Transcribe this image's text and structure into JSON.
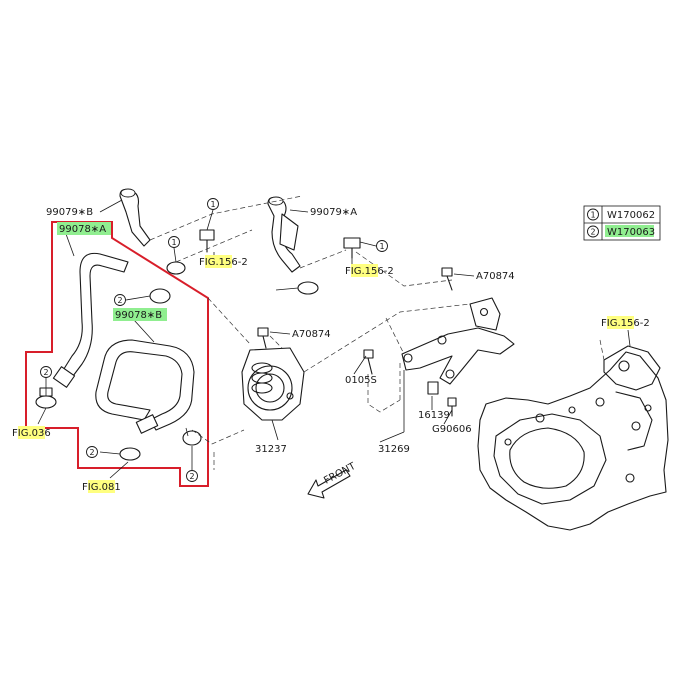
{
  "legend": {
    "rows": [
      {
        "key": "1",
        "code": "W170062",
        "highlight": ""
      },
      {
        "key": "2",
        "code": "W170063",
        "highlight": "#90EE90"
      }
    ]
  },
  "colors": {
    "highlight_green": "#90EE90",
    "highlight_yellow": "#FFFF80",
    "outline_red": "#D81E2A",
    "line": "#1A1A1A"
  },
  "labels": {
    "p99079b": "99079∗B",
    "p99078a": "99078∗A",
    "p99078b": "99078∗B",
    "p99079a": "99079∗A",
    "a70874_top": "A70874",
    "a70874_mid": "A70874",
    "p31237": "31237",
    "p31269": "31269",
    "p0105s": "0105S",
    "p16139": "16139",
    "g90606": "G90606",
    "front": "FRONT"
  },
  "fig_refs": {
    "fig156_a": {
      "pre": "F",
      "hl": "IG.15",
      "post": "6-2"
    },
    "fig156_b": {
      "pre": "F",
      "hl": "IG.15",
      "post": "6-2"
    },
    "fig156_c": {
      "pre": "F",
      "hl": "IG.15",
      "post": "6-2"
    },
    "fig036": {
      "pre": "F",
      "hl": "IG.03",
      "post": "6"
    },
    "fig081": {
      "pre": "F",
      "hl": "IG.08",
      "post": "1"
    }
  },
  "callouts": {
    "c1": "1",
    "c2": "1",
    "c3": "1",
    "c4": "2",
    "c5": "2",
    "c6": "2",
    "c7": "2"
  }
}
